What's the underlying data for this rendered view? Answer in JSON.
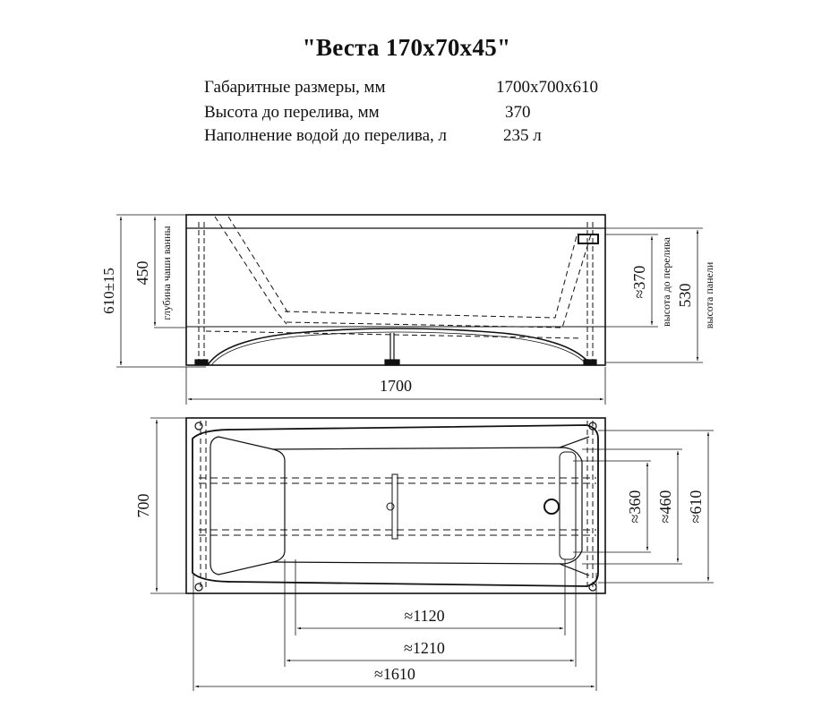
{
  "title": "\"Веста 170x70x45\"",
  "specs": [
    {
      "label": "Габаритные размеры, мм",
      "value": "1700x700x610"
    },
    {
      "label": "Высота до перелива, мм",
      "value": "370"
    },
    {
      "label": "Наполнение водой до перелива, л",
      "value": "235 л"
    }
  ],
  "side_view": {
    "dim_total_height": "610±15",
    "dim_bowl_depth": "450",
    "dim_bowl_depth_caption": "глубина чаши ванны",
    "dim_overflow_height": "≈370",
    "dim_overflow_caption": "высота до перелива",
    "dim_panel_height": "530",
    "dim_panel_caption": "высота панели",
    "dim_length": "1700"
  },
  "top_view": {
    "dim_width": "700",
    "dim_360": "≈360",
    "dim_460": "≈460",
    "dim_610": "≈610",
    "dim_1120": "≈1120",
    "dim_1210": "≈1210",
    "dim_1610": "≈1610"
  }
}
